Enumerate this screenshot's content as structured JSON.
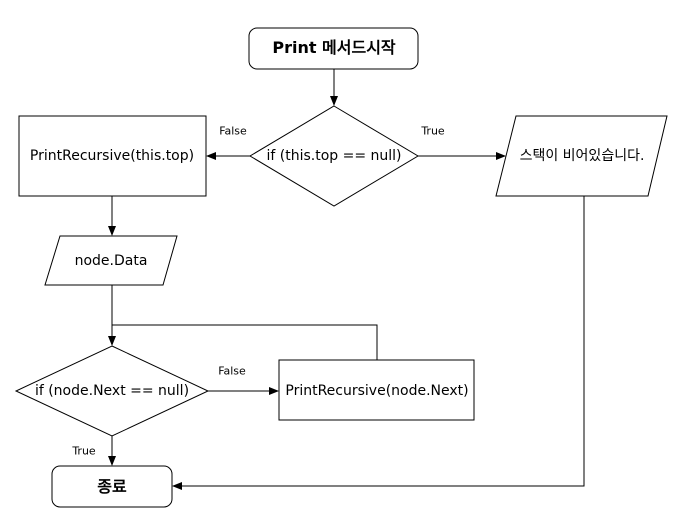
{
  "nodes": {
    "start": "Print 메서드시작",
    "cond_top": "if (this.top == null)",
    "print_top": "PrintRecursive(this.top)",
    "empty_msg": "스택이 비어있습니다.",
    "node_data": "node.Data",
    "cond_next": "if (node.Next == null)",
    "print_next": "PrintRecursive(node.Next)",
    "end": "종료"
  },
  "edges": {
    "top_false": "False",
    "top_true": "True",
    "next_false": "False",
    "next_true": "True"
  }
}
